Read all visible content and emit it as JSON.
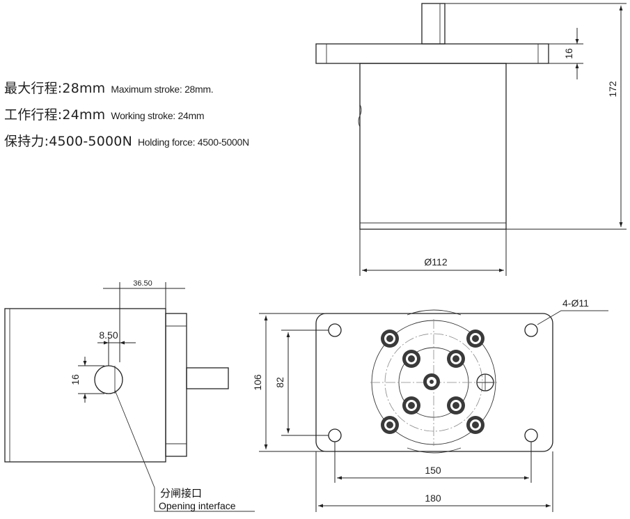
{
  "specs": [
    {
      "cn": "最大行程:28mm",
      "en": "Maximum stroke: 28mm."
    },
    {
      "cn": "工作行程:24mm",
      "en": "Working stroke: 24mm"
    },
    {
      "cn": "保持力:4500-5000N",
      "en": "Holding force: 4500-5000N"
    }
  ],
  "dimensions": {
    "height_total": "172",
    "flange_thickness": "16",
    "body_diameter": "Ø112",
    "offset_36": "36.50",
    "offset_8": "8.50",
    "port_dia": "16",
    "plate_height": "106",
    "hole_spacing_v": "82",
    "hole_spacing_h": "150",
    "plate_width": "180",
    "mount_holes": "4-Ø11"
  },
  "labels": {
    "port_cn": "分闸接口",
    "port_en": "Opening interface"
  }
}
